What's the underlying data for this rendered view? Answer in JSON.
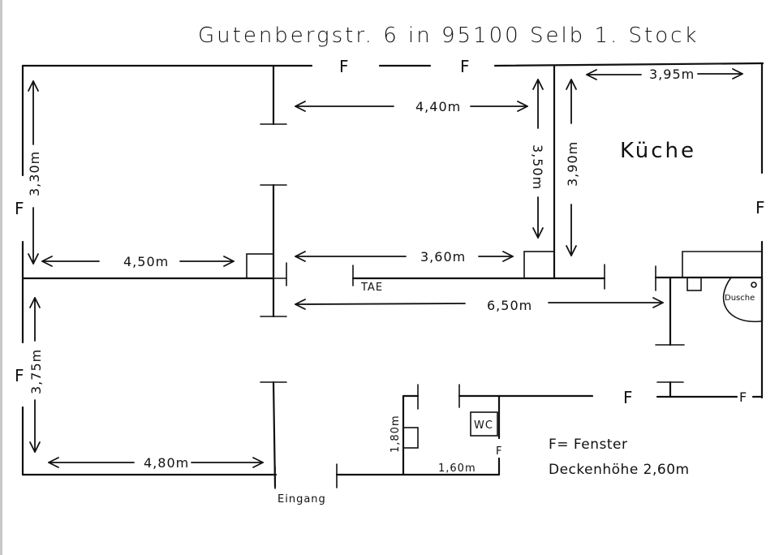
{
  "title": "Gutenbergstr. 6   in 95100 Selb   1. Stock",
  "rooms": {
    "kitchen": "Küche",
    "shower": "Dusche",
    "wc": "WC"
  },
  "dimensions": {
    "top_left_height": "3,30m",
    "top_left_width": "4,50m",
    "top_middle_width": "4,40m",
    "top_middle_height": "3,50m",
    "top_middle_lower_width": "3,60m",
    "kitchen_height": "3,90m",
    "kitchen_width": "3,95m",
    "hallway_length": "6,50m",
    "bottom_left_height": "3,75m",
    "bottom_left_width": "4,80m",
    "wc_height": "1,80m",
    "wc_width": "1,60m"
  },
  "markers": {
    "window": "F",
    "phone_socket": "TAE",
    "entrance": "Eingang"
  },
  "legend": {
    "window_key": "F= Fenster",
    "ceiling_height": "Deckenhöhe 2,60m"
  }
}
